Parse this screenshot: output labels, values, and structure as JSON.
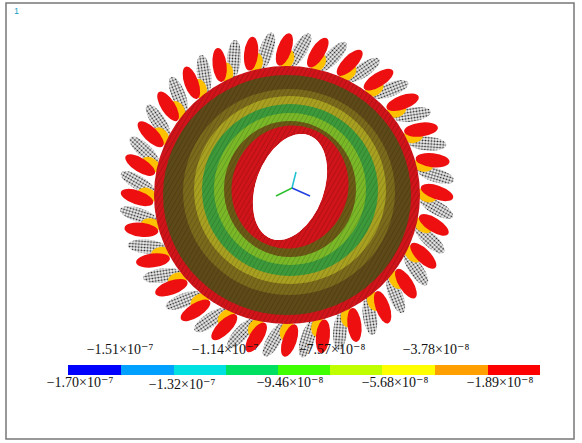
{
  "diagram": {
    "labels": [
      "1",
      "−1.51×10⁻⁷",
      "−1.14×10⁻⁷",
      "−7.57×10⁻⁸",
      "−3.78×10⁻⁸",
      "−1.70×10⁻⁷",
      "−1.32×10⁻⁷",
      "−9.46×10⁻⁸",
      "−5.68×10⁻⁸",
      "−1.89×10⁻⁸"
    ]
  }
}
